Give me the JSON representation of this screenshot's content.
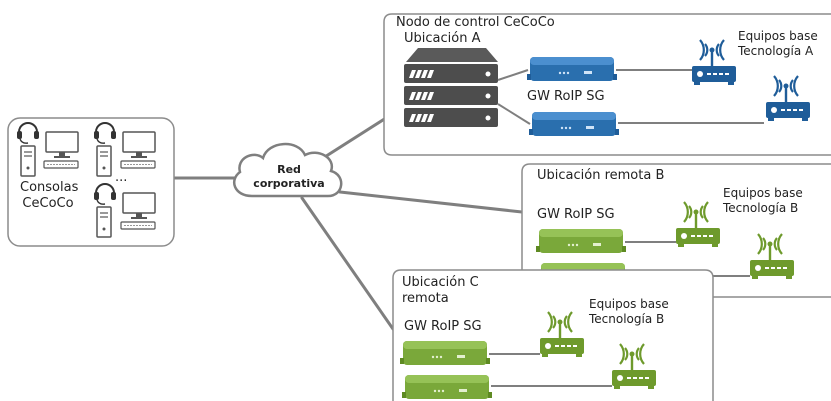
{
  "diagram": {
    "network": {
      "label_line1": "Red",
      "label_line2": "corporativa"
    },
    "consoles": {
      "label_line1": "Consolas",
      "label_line2": "CeCoCo",
      "ellipsis": "..."
    },
    "node_a": {
      "title_line1": "Nodo de control CeCoCo",
      "title_line2": "Ubicación A",
      "gw_label": "GW RoIP SG",
      "equip_line1": "Equipos base",
      "equip_line2": "Tecnología A",
      "accent_color": "#1f5d99"
    },
    "node_b": {
      "title": "Ubicación remota B",
      "gw_label": "GW RoIP SG",
      "equip_line1": "Equipos base",
      "equip_line2": "Tecnología B",
      "accent_color": "#6e9a2c"
    },
    "node_c": {
      "title_line1": "Ubicación C",
      "title_line2": "remota",
      "gw_label": "GW RoIP SG",
      "equip_line1": "Equipos base",
      "equip_line2": "Tecnología B",
      "accent_color": "#6e9a2c"
    },
    "colors": {
      "link_line": "#7f7f7f",
      "box_border": "#8c8c8c",
      "server": "#4d4d4d"
    }
  }
}
